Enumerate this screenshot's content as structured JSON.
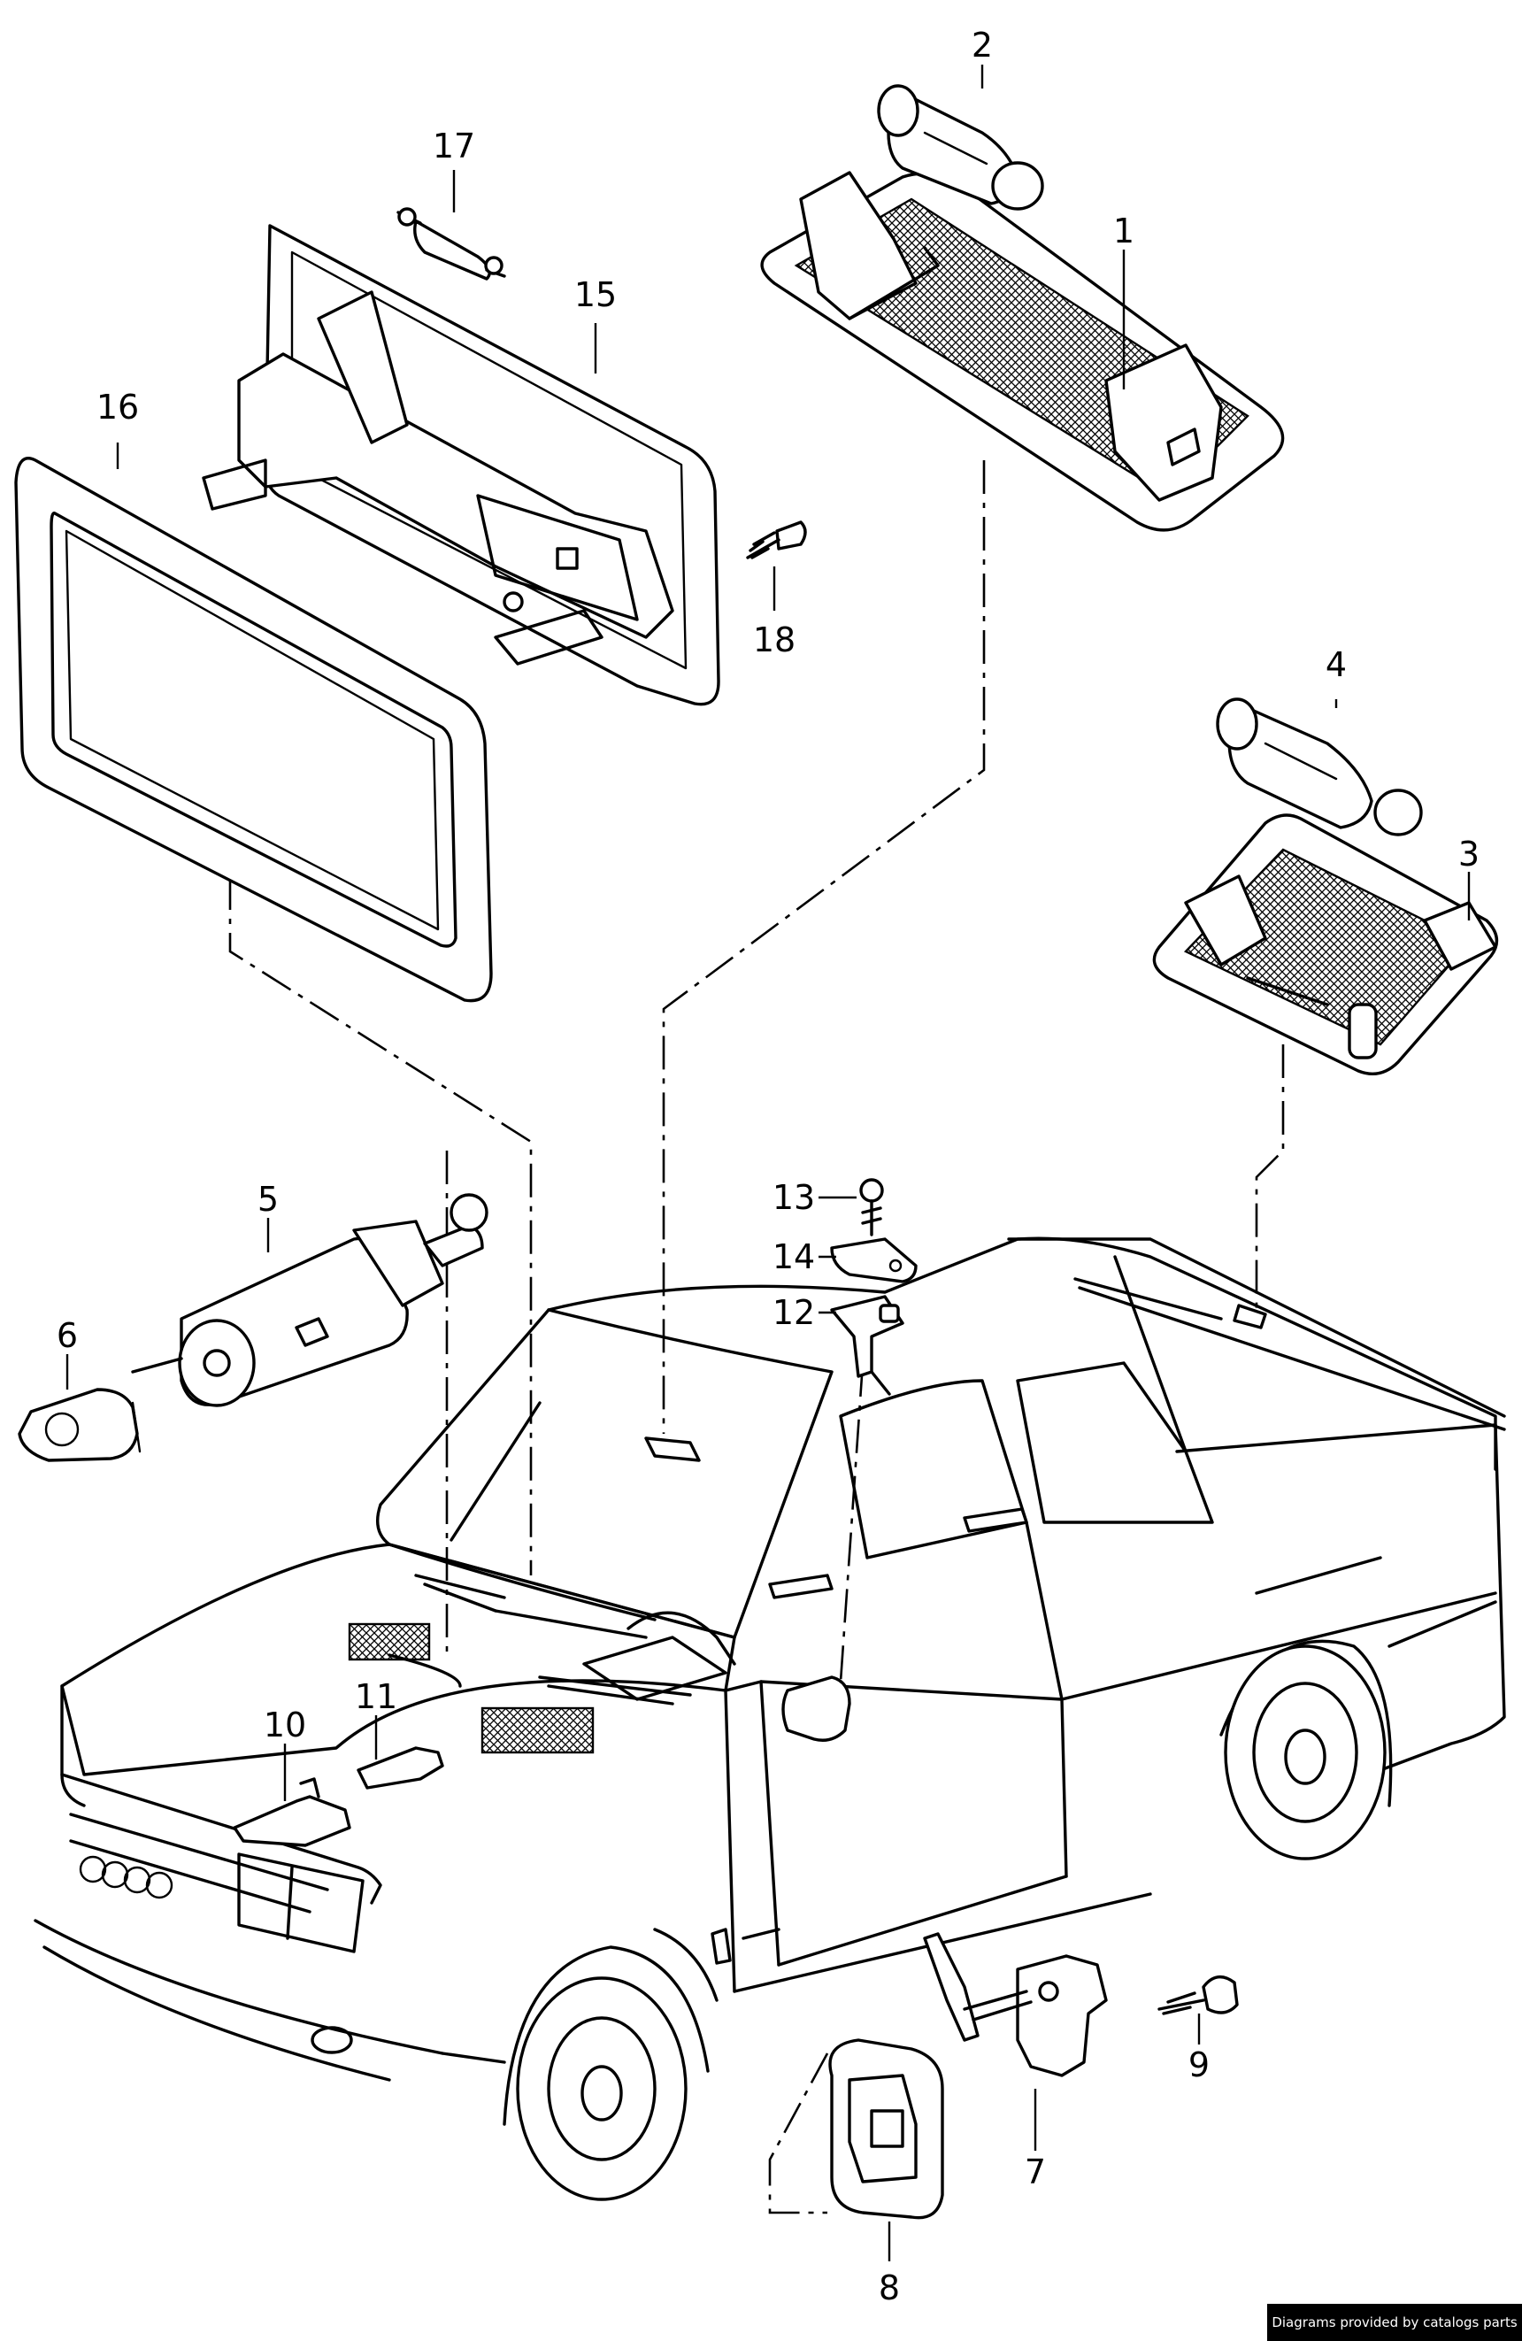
{
  "callouts": {
    "c1": "1",
    "c2": "2",
    "c3": "3",
    "c4": "4",
    "c5": "5",
    "c6": "6",
    "c7": "7",
    "c8": "8",
    "c9": "9",
    "c10": "10",
    "c11": "11",
    "c12": "12",
    "c13": "13",
    "c14": "14",
    "c15": "15",
    "c16": "16",
    "c17": "17",
    "c18": "18"
  },
  "credit": "Diagrams provided by catalogs parts"
}
